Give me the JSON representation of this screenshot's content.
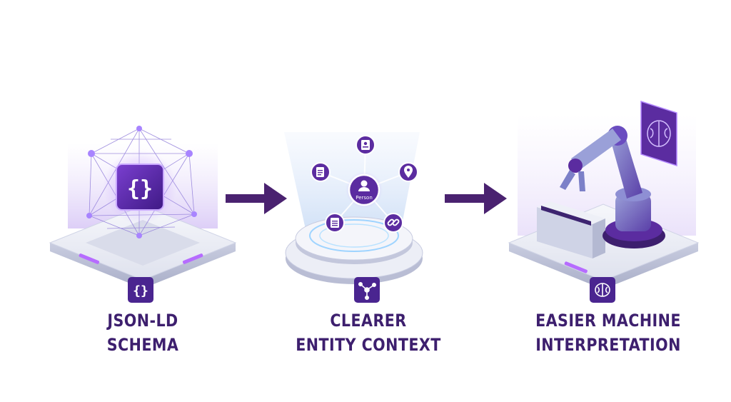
{
  "steps": [
    {
      "line1": "JSON-LD",
      "line2": "SCHEMA",
      "badge_icon": "curly-braces-icon",
      "center_glyph": "{}"
    },
    {
      "line1": "CLEARER",
      "line2": "ENTITY CONTEXT",
      "badge_icon": "network-graph-icon",
      "center_node_label": "Person",
      "orbit_icons": [
        "document-icon",
        "location-pin-icon",
        "link-icon",
        "document-list-icon",
        "profile-card-icon"
      ]
    },
    {
      "line1": "EASIER MACHINE",
      "line2": "INTERPRETATION",
      "badge_icon": "brain-icon",
      "panel_icon": "brain-icon"
    }
  ],
  "colors": {
    "primary_purple": "#5b2ca0",
    "dark_purple": "#3d1f6e",
    "arrow": "#4a2270",
    "platform": "#eceef6",
    "glow": "#b388ff"
  }
}
